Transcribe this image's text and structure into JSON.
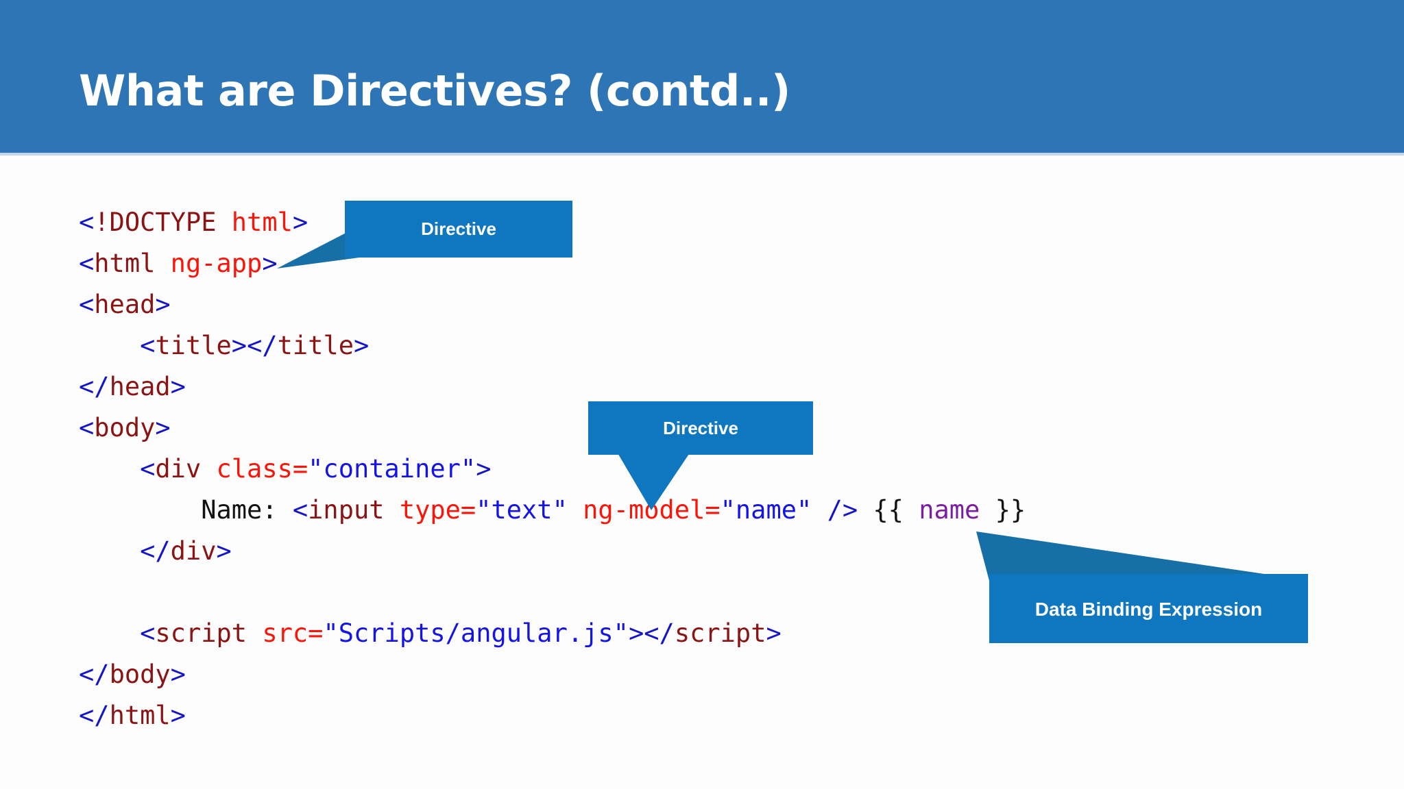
{
  "slide": {
    "title": "What are Directives? (contd..)",
    "header_color": "#2e75b6",
    "callout_color": "#0f77bf",
    "background_color": "#fdfdfd"
  },
  "code": {
    "language": "html",
    "lines": [
      {
        "id": "line-doctype",
        "tokens": [
          {
            "t": "<",
            "k": "bracket"
          },
          {
            "t": "!DOCTYPE ",
            "k": "tag"
          },
          {
            "t": "html",
            "k": "attr"
          },
          {
            "t": ">",
            "k": "bracket"
          }
        ]
      },
      {
        "id": "line-html-open",
        "tokens": [
          {
            "t": "<",
            "k": "bracket"
          },
          {
            "t": "html ",
            "k": "tag"
          },
          {
            "t": "ng-app",
            "k": "attr"
          },
          {
            "t": ">",
            "k": "bracket"
          }
        ]
      },
      {
        "id": "line-head-open",
        "tokens": [
          {
            "t": "<",
            "k": "bracket"
          },
          {
            "t": "head",
            "k": "tag"
          },
          {
            "t": ">",
            "k": "bracket"
          }
        ]
      },
      {
        "id": "line-title",
        "tokens": [
          {
            "t": "    ",
            "k": "text"
          },
          {
            "t": "<",
            "k": "bracket"
          },
          {
            "t": "title",
            "k": "tag"
          },
          {
            "t": ">",
            "k": "bracket"
          },
          {
            "t": "</",
            "k": "bracket"
          },
          {
            "t": "title",
            "k": "tag"
          },
          {
            "t": ">",
            "k": "bracket"
          }
        ]
      },
      {
        "id": "line-head-close",
        "tokens": [
          {
            "t": "</",
            "k": "bracket"
          },
          {
            "t": "head",
            "k": "tag"
          },
          {
            "t": ">",
            "k": "bracket"
          }
        ]
      },
      {
        "id": "line-body-open",
        "tokens": [
          {
            "t": "<",
            "k": "bracket"
          },
          {
            "t": "body",
            "k": "tag"
          },
          {
            "t": ">",
            "k": "bracket"
          }
        ]
      },
      {
        "id": "line-div-open",
        "tokens": [
          {
            "t": "    ",
            "k": "text"
          },
          {
            "t": "<",
            "k": "bracket"
          },
          {
            "t": "div ",
            "k": "tag"
          },
          {
            "t": "class=",
            "k": "attr"
          },
          {
            "t": "\"container\"",
            "k": "value"
          },
          {
            "t": ">",
            "k": "bracket"
          }
        ]
      },
      {
        "id": "line-input",
        "tokens": [
          {
            "t": "        Name: ",
            "k": "text"
          },
          {
            "t": "<",
            "k": "bracket"
          },
          {
            "t": "input ",
            "k": "tag"
          },
          {
            "t": "type=",
            "k": "attr"
          },
          {
            "t": "\"text\"",
            "k": "value"
          },
          {
            "t": " ",
            "k": "text"
          },
          {
            "t": "ng-model=",
            "k": "attr"
          },
          {
            "t": "\"name\"",
            "k": "value"
          },
          {
            "t": " ",
            "k": "text"
          },
          {
            "t": "/>",
            "k": "bracket"
          },
          {
            "t": " ",
            "k": "text"
          },
          {
            "t": "{{ ",
            "k": "brace"
          },
          {
            "t": "name",
            "k": "expr"
          },
          {
            "t": " }}",
            "k": "brace"
          }
        ]
      },
      {
        "id": "line-div-close",
        "tokens": [
          {
            "t": "    ",
            "k": "text"
          },
          {
            "t": "</",
            "k": "bracket"
          },
          {
            "t": "div",
            "k": "tag"
          },
          {
            "t": ">",
            "k": "bracket"
          }
        ]
      },
      {
        "id": "line-blank",
        "tokens": [
          {
            "t": " ",
            "k": "text"
          }
        ]
      },
      {
        "id": "line-script",
        "tokens": [
          {
            "t": "    ",
            "k": "text"
          },
          {
            "t": "<",
            "k": "bracket"
          },
          {
            "t": "script ",
            "k": "tag"
          },
          {
            "t": "src=",
            "k": "attr"
          },
          {
            "t": "\"Scripts/angular.js\"",
            "k": "value"
          },
          {
            "t": ">",
            "k": "bracket"
          },
          {
            "t": "</",
            "k": "bracket"
          },
          {
            "t": "script",
            "k": "tag"
          },
          {
            "t": ">",
            "k": "bracket"
          }
        ]
      },
      {
        "id": "line-body-close",
        "tokens": [
          {
            "t": "</",
            "k": "bracket"
          },
          {
            "t": "body",
            "k": "tag"
          },
          {
            "t": ">",
            "k": "bracket"
          }
        ]
      },
      {
        "id": "line-html-close",
        "tokens": [
          {
            "t": "</",
            "k": "bracket"
          },
          {
            "t": "html",
            "k": "tag"
          },
          {
            "t": ">",
            "k": "bracket"
          }
        ]
      }
    ],
    "plain_text": "<!DOCTYPE html>\n<html ng-app>\n<head>\n    <title></title>\n</head>\n<body>\n    <div class=\"container\">\n        Name: <input type=\"text\" ng-model=\"name\" /> {{ name }}\n    </div>\n\n    <script src=\"Scripts/angular.js\"></script>\n</body>\n</html>"
  },
  "callouts": {
    "directive_ngapp": {
      "label": "Directive",
      "points_at": "ng-app"
    },
    "directive_ngmodel": {
      "label": "Directive",
      "points_at": "ng-model"
    },
    "data_binding": {
      "label": "Data Binding Expression",
      "points_at": "{{ name }}"
    }
  }
}
